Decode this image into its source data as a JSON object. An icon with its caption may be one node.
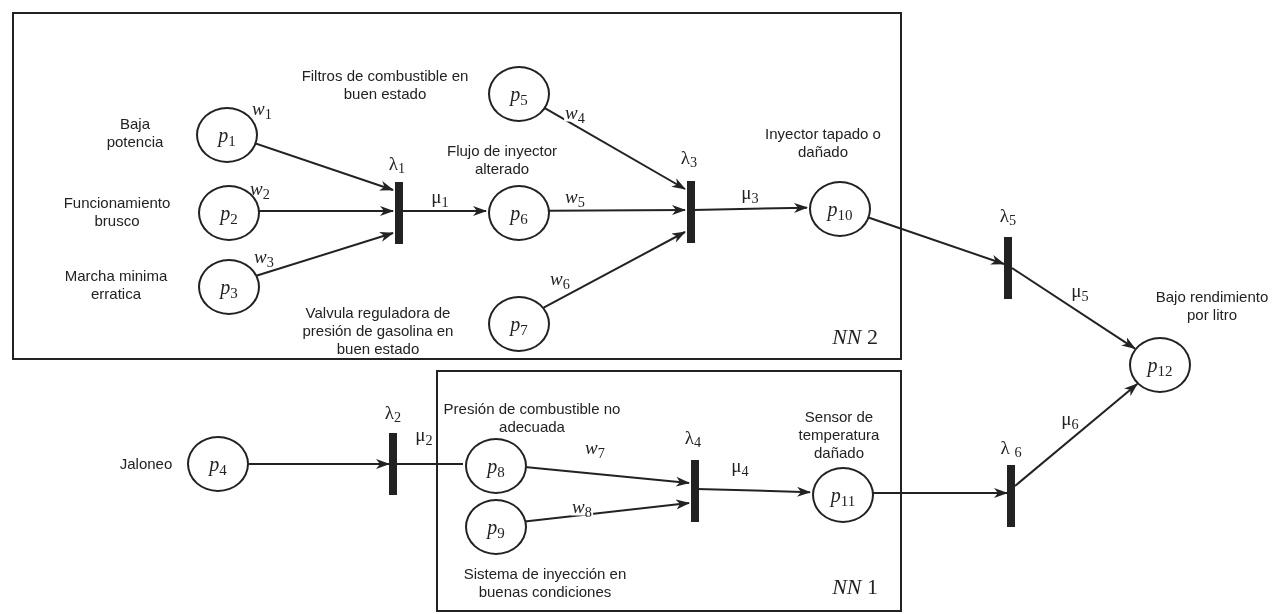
{
  "diagram": {
    "nodes": [
      {
        "text": [
          "*NN* 2"
        ]
      },
      {
        "text": [
          "*p*$_{1}$"
        ],
        "in": 0,
        "beside": [
          "Baja potencia"
        ]
      },
      {
        "text": [
          "*p*$_{2}$"
        ],
        "in": 0,
        "beside": [
          "Funcionamiento brusco"
        ]
      },
      {
        "text": [
          "*p*$_{3}$"
        ],
        "in": 0,
        "beside": [
          "Marcha minima erratica"
        ]
      },
      {
        "text": [],
        "shape": "bar",
        "in": 0,
        "beside": [
          "λ$_{1}$"
        ]
      },
      {
        "text": [
          "*p*$_{5}$"
        ],
        "in": 0,
        "beside": [
          "Filtros de combustible en buen estado"
        ]
      },
      {
        "text": [
          "*p*$_{6}$"
        ],
        "in": 0,
        "beside": [
          "Flujo de inyector alterado"
        ]
      },
      {
        "text": [
          "*p*$_{7}$"
        ],
        "in": 0,
        "beside": [
          "Valvula reguladora de presión de gasolina en buen estado"
        ]
      },
      {
        "text": [],
        "shape": "bar",
        "in": 0,
        "beside": [
          "λ$_{3}$"
        ]
      },
      {
        "text": [
          "*p*$_{10}$"
        ],
        "in": 0,
        "beside": [
          "Inyector tapado o dañado"
        ]
      },
      {
        "text": [],
        "shape": "bar",
        "beside": [
          "λ$_{5}$"
        ]
      },
      {
        "text": [
          "*p*$_{12}$"
        ],
        "beside": [
          "Bajo rendimiento por litro"
        ]
      },
      {
        "text": [
          "*p*$_{4}$"
        ],
        "beside": [
          "Jaloneo"
        ]
      },
      {
        "text": [],
        "shape": "bar",
        "beside": [
          "λ$_{2}$"
        ]
      },
      {
        "text": [
          "*NN* 1"
        ]
      },
      {
        "text": [
          "*p*$_{8}$"
        ],
        "in": 14,
        "beside": [
          "Presión de combustible no adecuada"
        ]
      },
      {
        "text": [
          "*p*$_{9}$"
        ],
        "in": 14,
        "beside": [
          "Sistema de inyección en buenas condiciones"
        ]
      },
      {
        "text": [],
        "shape": "bar",
        "in": 14,
        "beside": [
          "λ$_{4}$"
        ]
      },
      {
        "text": [
          "*p*$_{11}$"
        ],
        "in": 14,
        "beside": [
          "Sensor de temperatura dañado"
        ]
      },
      {
        "text": [],
        "shape": "bar",
        "beside": [
          "λ $_{6}$"
        ]
      }
    ],
    "edges": [
      {
        "from": 1,
        "to": 4,
        "arrow": "to",
        "label": "*w*$_{1}$"
      },
      {
        "from": 2,
        "to": 4,
        "arrow": "to",
        "label": "*w*$_{2}$"
      },
      {
        "from": 3,
        "to": 4,
        "arrow": "to",
        "label": "*w*$_{3}$"
      },
      {
        "from": 4,
        "to": 6,
        "arrow": "to",
        "label": "μ$_{1}$"
      },
      {
        "from": 5,
        "to": 8,
        "arrow": "to",
        "label": "*w*$_{4}$"
      },
      {
        "from": 6,
        "to": 8,
        "arrow": "to",
        "label": "*w*$_{5}$"
      },
      {
        "from": 7,
        "to": 8,
        "arrow": "to",
        "label": "*w*$_{6}$"
      },
      {
        "from": 8,
        "to": 9,
        "arrow": "to",
        "label": "μ$_{3}$"
      },
      {
        "from": 9,
        "to": 10,
        "arrow": "to"
      },
      {
        "from": 10,
        "to": 11,
        "arrow": "to",
        "label": "μ$_{5}$"
      },
      {
        "from": 12,
        "to": 13,
        "arrow": "to"
      },
      {
        "from": 13,
        "to": 15,
        "arrow": "none",
        "label": "μ$_{2}$"
      },
      {
        "from": 15,
        "to": 17,
        "arrow": "to",
        "label": "*w*$_{7}$"
      },
      {
        "from": 16,
        "to": 17,
        "arrow": "to",
        "label": "*w*$_{8}$"
      },
      {
        "from": 17,
        "to": 18,
        "arrow": "to",
        "label": "μ$_{4}$"
      },
      {
        "from": 18,
        "to": 19,
        "arrow": "to"
      },
      {
        "from": 19,
        "to": 11,
        "arrow": "to",
        "label": "μ$_{6}$"
      }
    ]
  }
}
